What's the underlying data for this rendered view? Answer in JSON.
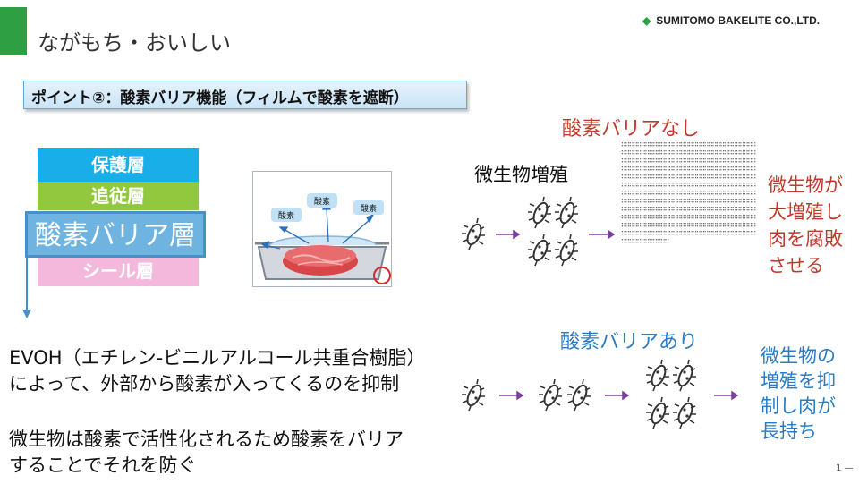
{
  "header": {
    "title": "ながもち・おいしい",
    "brand_logo": "◆",
    "brand_name": "SUMITOMO BAKELITE CO.,LTD."
  },
  "point": {
    "label": "ポイント②：酸素バリア機能（フィルムで酸素を遮断）"
  },
  "layers": {
    "protect": {
      "label": "保護層",
      "color": "#1aaee8"
    },
    "follow": {
      "label": "追従層",
      "color": "#92c83e"
    },
    "barrier": {
      "label": "酸素バリア層",
      "color": "#6fb3e0"
    },
    "seal": {
      "label": "シール層",
      "color": "#f3b8dc"
    }
  },
  "tray": {
    "oxygen_labels": [
      "酸素",
      "酸素",
      "酸素"
    ]
  },
  "without_barrier": {
    "title": "酸素バリアなし",
    "growth_label": "微生物増殖",
    "note_lines": [
      "微生物が",
      "大増殖し",
      "肉を腐敗",
      "させる"
    ]
  },
  "with_barrier": {
    "title": "酸素バリアあり",
    "note_lines": [
      "微生物の",
      "増殖を抑",
      "制し肉が",
      "長持ち"
    ]
  },
  "body_text": {
    "evoh_lines": [
      "EVOH（エチレン-ビニルアルコール共重合樹脂）",
      "によって、外部から酸素が入ってくるのを抑制"
    ],
    "microbe_lines": [
      "微生物は酸素で活性化されるため酸素をバリア",
      "することでそれを防ぐ"
    ]
  },
  "footer": {
    "page_number": "1"
  },
  "colors": {
    "accent": "#2ea043",
    "red": "#c0392b",
    "blue": "#2a7bc6",
    "arrow": "#7b3fa0"
  }
}
